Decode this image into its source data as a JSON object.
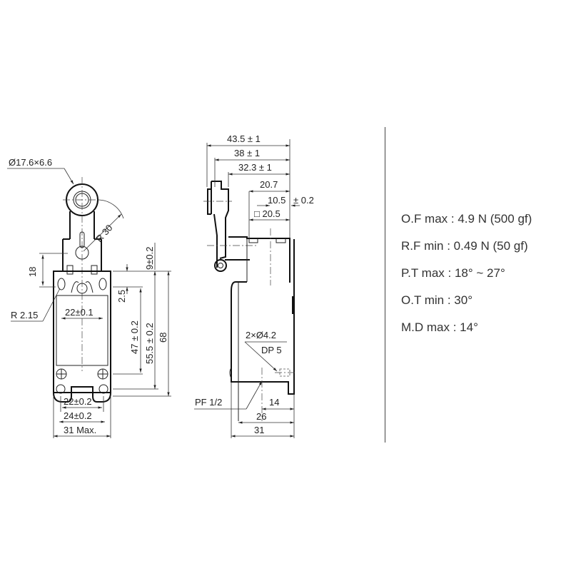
{
  "front_view": {
    "roller_dim": "Ø17.6×6.6",
    "radius_arm": "R 30",
    "height_18": "18",
    "dim_9": "9±0.2",
    "dim_2_5": "2.5",
    "radius_corner": "R 2.15",
    "width_22_top": "22±0.1",
    "dim_47": "47 ± 0.2",
    "dim_55_5": "55.5 ± 0.2",
    "dim_68": "68",
    "width_22_bottom": "22±0.2",
    "width_24": "24±0.2",
    "width_31": "31 Max."
  },
  "side_view": {
    "dim_43_5": "43.5 ± 1",
    "dim_38": "38 ± 1",
    "dim_32_3": "32.3 ± 1",
    "dim_20_7": "20.7",
    "dim_10_5": "10.5",
    "dim_10_5_tol": "± 0.2",
    "dim_20_5": "□ 20.5",
    "holes": "2×Ø4.2",
    "depth": "DP 5",
    "conduit": "PF 1/2",
    "dim_14": "14",
    "dim_26": "26",
    "dim_31": "31"
  },
  "specs": [
    {
      "label": "O.F max : 4.9 N (500 gf)"
    },
    {
      "label": "R.F min : 0.49 N (50 gf)"
    },
    {
      "label": "P.T max : 18° ~ 27°"
    },
    {
      "label": "O.T min : 30°"
    },
    {
      "label": "M.D max : 14°"
    }
  ],
  "colors": {
    "line": "#222222",
    "text": "#333333",
    "background": "#ffffff"
  }
}
